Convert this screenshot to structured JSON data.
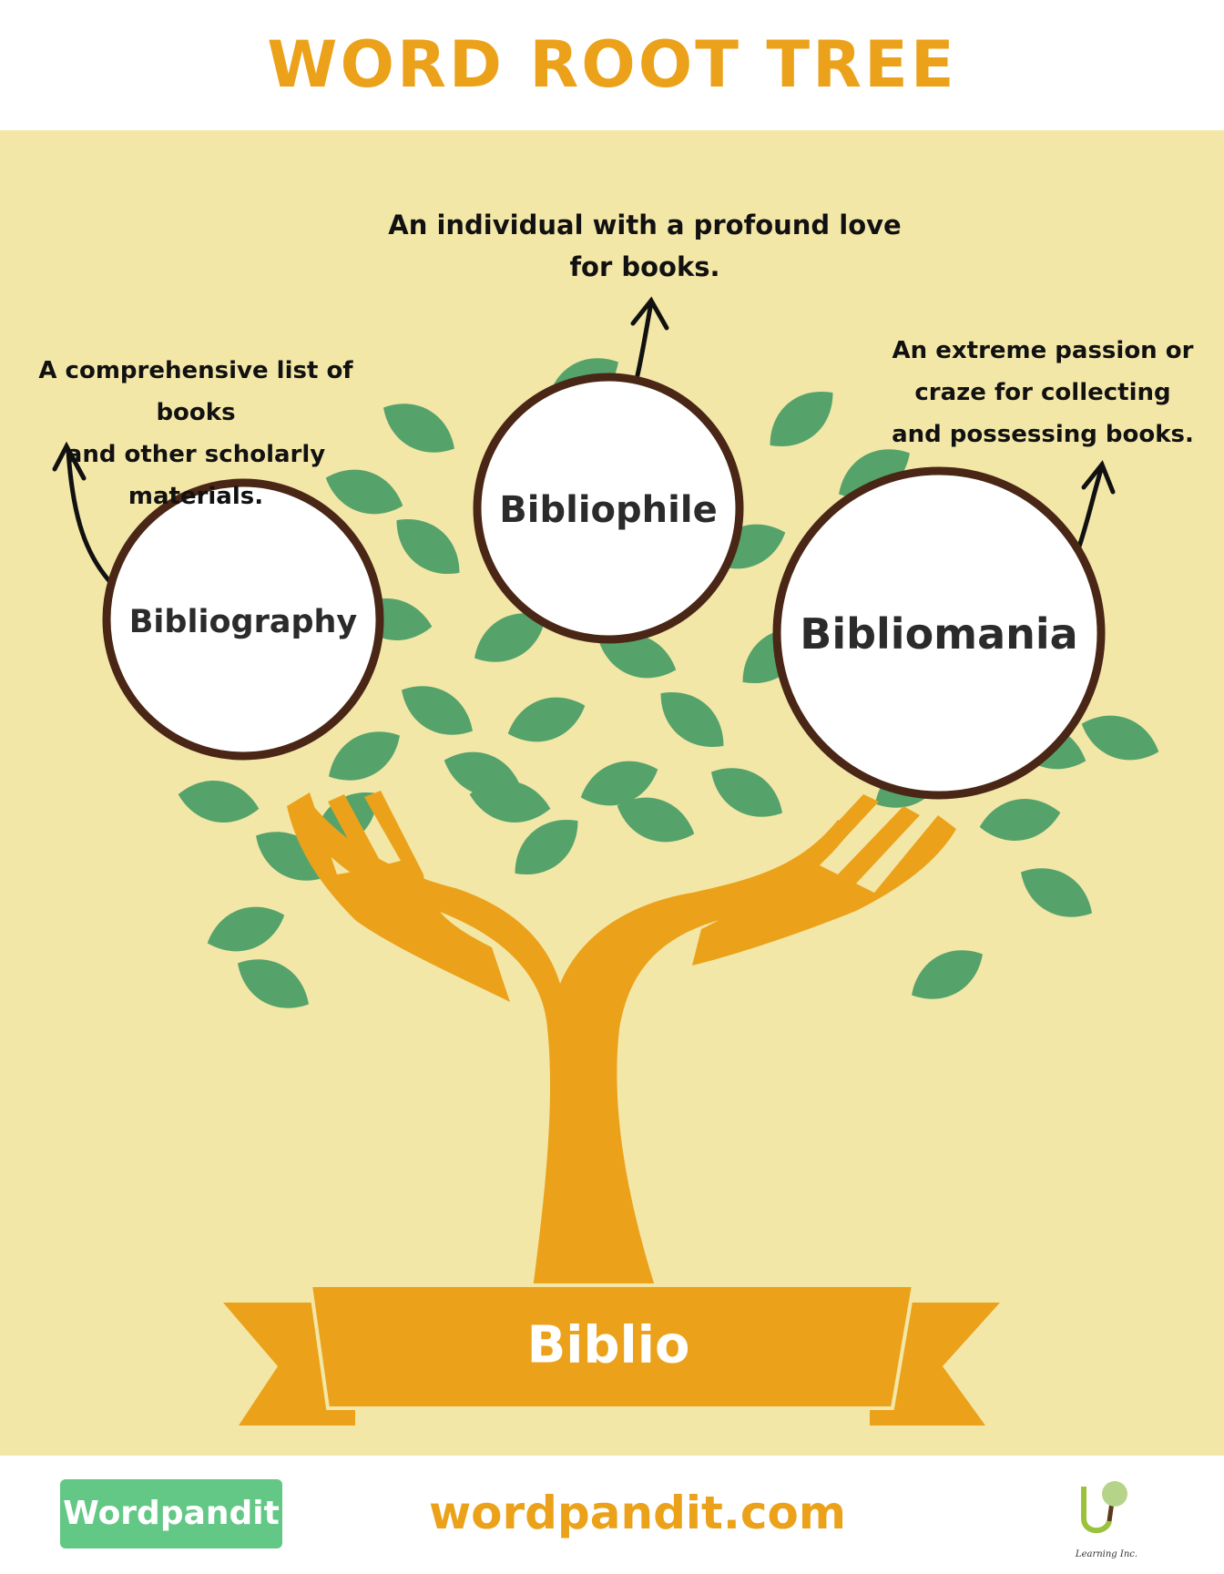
{
  "title": "WORD ROOT TREE",
  "root_word": "Biblio",
  "colors": {
    "accent": "#eba21a",
    "background": "#f3e7a8",
    "leaf": "#55a36b",
    "circle_border": "#4a2616"
  },
  "words": [
    {
      "word": "Bibliography",
      "definition_lines": [
        "A comprehensive list of books",
        "and other scholarly materials."
      ]
    },
    {
      "word": "Bibliophile",
      "definition_lines": [
        "An individual with a profound love",
        "for books."
      ]
    },
    {
      "word": "Bibliomania",
      "definition_lines": [
        "An extreme passion or",
        "craze for collecting",
        "and possessing books."
      ]
    }
  ],
  "footer": {
    "logo_text": "Wordpandit",
    "site": "wordpandit.com",
    "partner_logo_text": "Learning Inc."
  }
}
